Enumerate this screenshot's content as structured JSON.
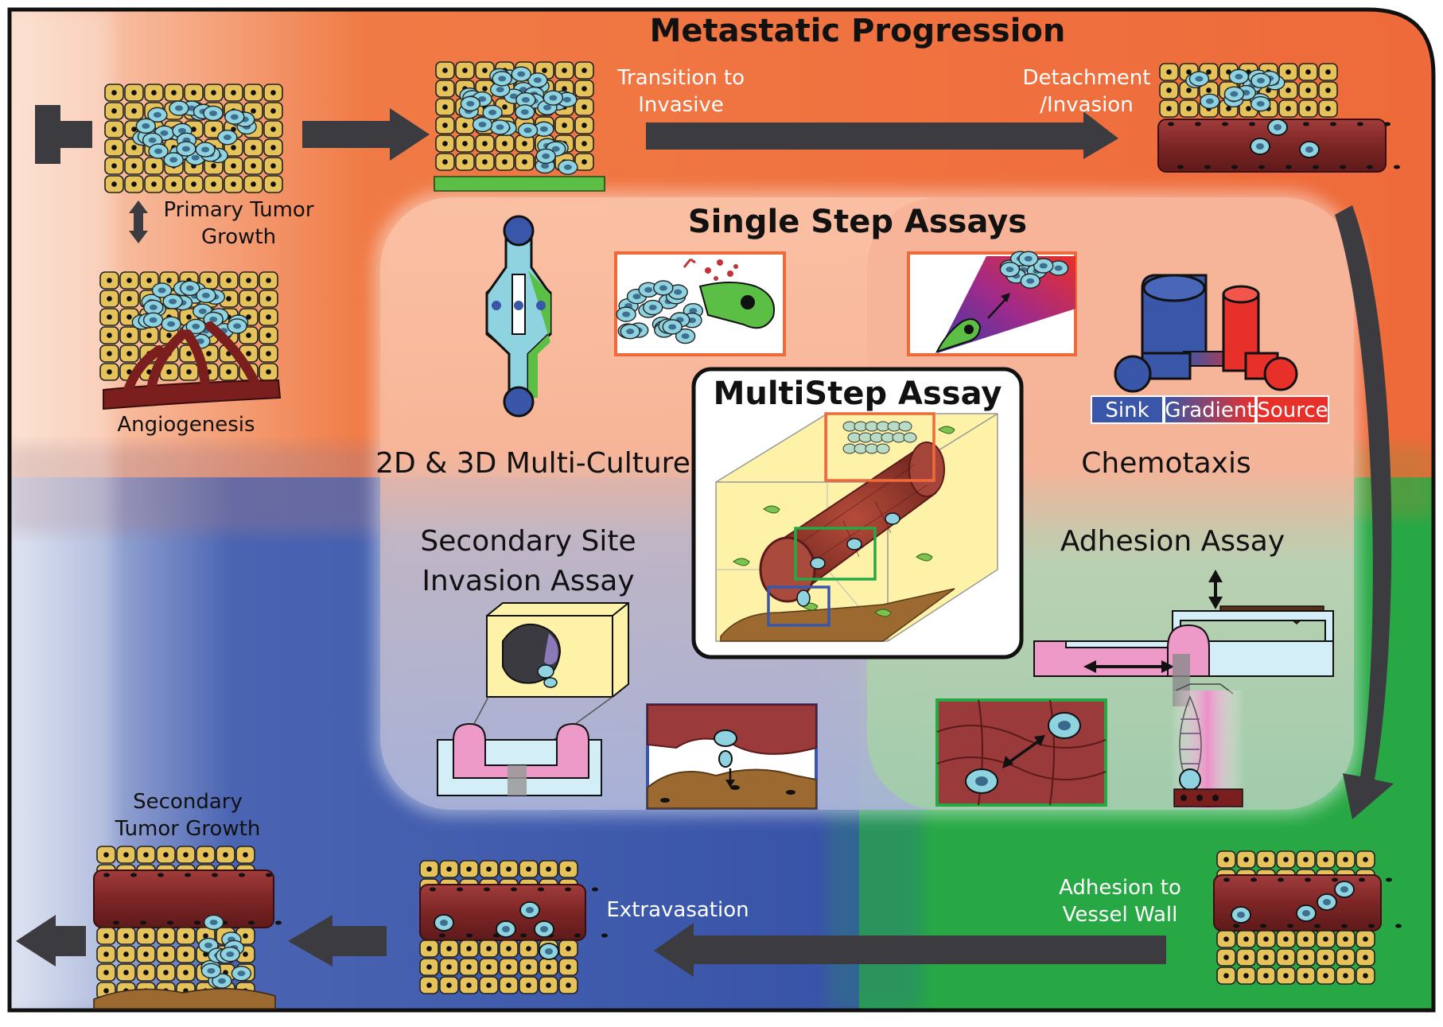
{
  "title": "Metastatic Progression",
  "single_step_title": "Single Step Assays",
  "multistep_title": "MultiStep Assay",
  "stages": {
    "primary_growth": "Primary Tumor\nGrowth",
    "angiogenesis": "Angiogenesis",
    "transition": "Transition to\nInvasive",
    "detachment": "Detachment\n/Invasion",
    "adhesion_vessel": "Adhesion to\nVessel Wall",
    "extravasation": "Extravasation",
    "secondary_growth": "Secondary\nTumor Growth"
  },
  "assays": {
    "multiculture": "2D & 3D Multi-Culture",
    "chemotaxis": "Chemotaxis",
    "secondary_site": "Secondary Site\nInvasion Assay",
    "adhesion": "Adhesion Assay"
  },
  "gradient_labels": {
    "sink": "Sink",
    "gradient": "Gradient",
    "source": "Source"
  },
  "colors": {
    "orange": "#ef6a3a",
    "blue": "#3a56a8",
    "green": "#27a844",
    "arrow": "#3b3b40",
    "tumor_cell": "#8fd3e0",
    "stroma": "#e6c35a",
    "vessel": "#8a2f2f",
    "sink_blue": "#3a56a8",
    "source_red": "#e8302a"
  }
}
